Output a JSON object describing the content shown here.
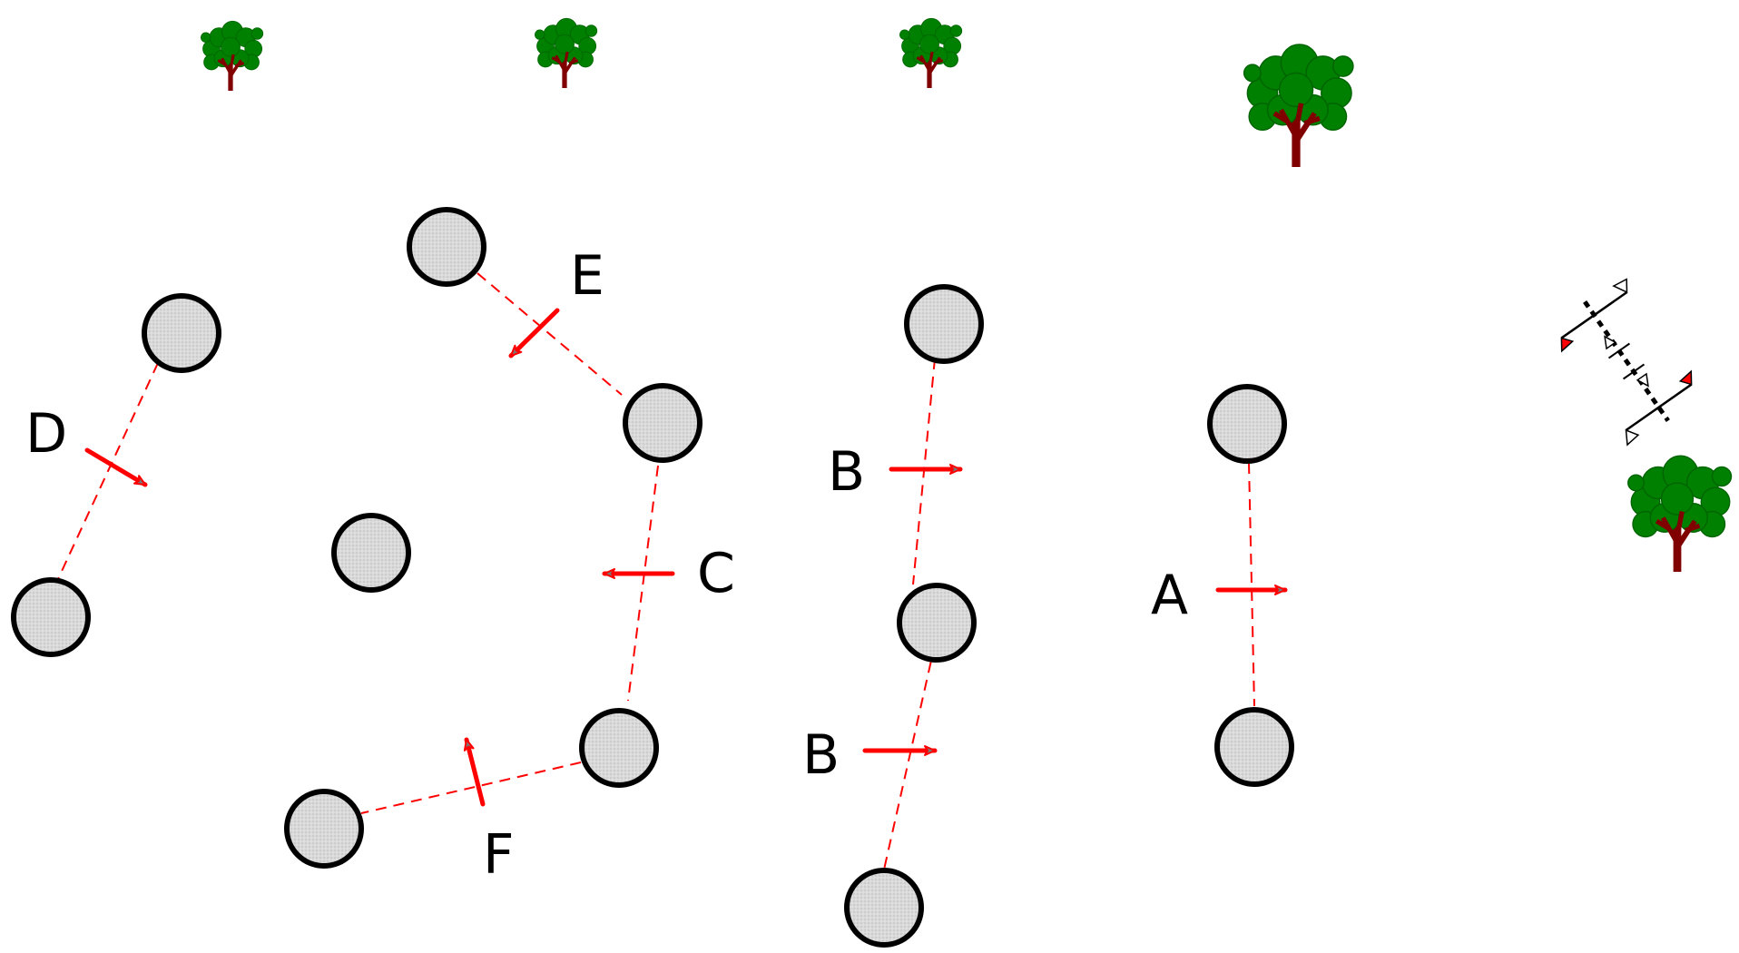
{
  "labels": {
    "a": "A",
    "b1": "B",
    "b2": "B",
    "c": "C",
    "d": "D",
    "e": "E",
    "f": "F"
  },
  "colors": {
    "arrow": "#ff0000",
    "link": "#ff0000",
    "node_fill": "#d9d9d9",
    "node_stroke": "#000000",
    "tree_foliage": "#008000",
    "tree_trunk": "#800000"
  },
  "icons": {
    "tree": "tree-icon",
    "node": "circle-node",
    "compass": "wind-direction-icon"
  }
}
